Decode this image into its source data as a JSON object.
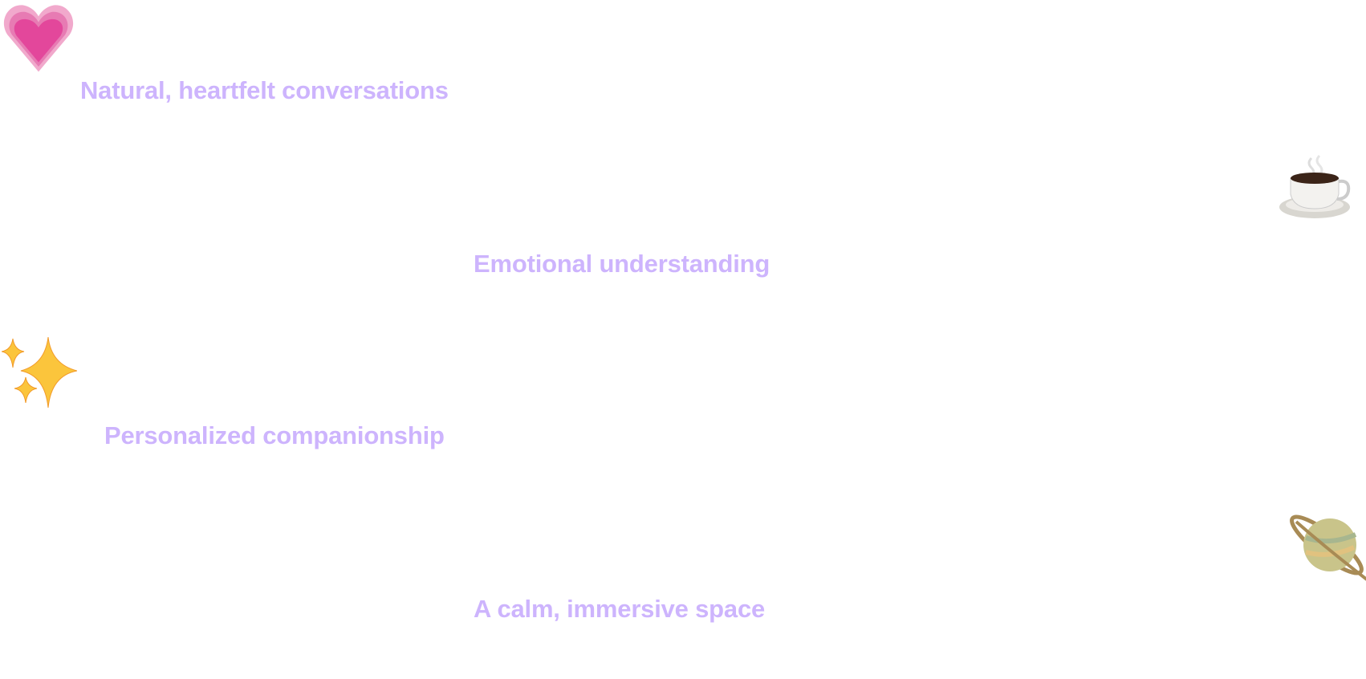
{
  "features": [
    {
      "label": "Natural, heartfelt conversations",
      "icon": "growing-heart-icon"
    },
    {
      "label": "Emotional understanding",
      "icon": "coffee-icon"
    },
    {
      "label": "Personalized companionship",
      "icon": "sparkles-icon"
    },
    {
      "label": "A calm, immersive space",
      "icon": "ringed-planet-icon"
    }
  ],
  "colors": {
    "text": "#cdb4fd",
    "heart": "#e84a9c"
  }
}
